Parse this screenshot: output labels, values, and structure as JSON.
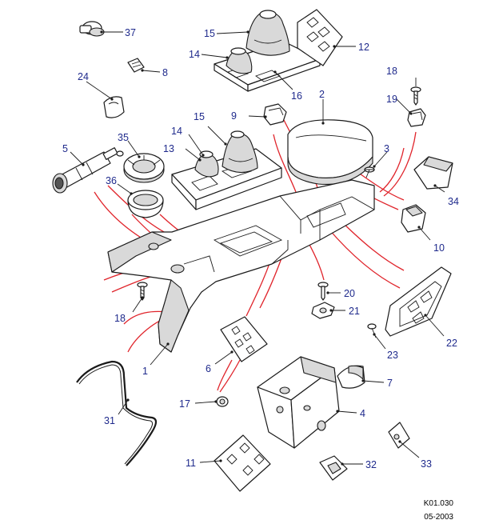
{
  "callouts": {
    "c1": "1",
    "c2": "2",
    "c3": "3",
    "c4": "4",
    "c5": "5",
    "c6": "6",
    "c7": "7",
    "c8": "8",
    "c9": "9",
    "c10": "10",
    "c11": "11",
    "c12": "12",
    "c13": "13",
    "c14a": "14",
    "c14b": "14",
    "c15a": "15",
    "c15b": "15",
    "c16": "16",
    "c17": "17",
    "c18a": "18",
    "c18b": "18",
    "c19": "19",
    "c20": "20",
    "c21": "21",
    "c22": "22",
    "c23": "23",
    "c24": "24",
    "c31": "31",
    "c32": "32",
    "c33": "33",
    "c34": "34",
    "c35": "35",
    "c36": "36",
    "c37": "37"
  },
  "footer": {
    "code": "K01.030",
    "date": "05-2003"
  },
  "colors": {
    "callout_text": "#1f2a8c",
    "assembly_guides": "#e0242b",
    "line_art": "#1a1a1a"
  }
}
